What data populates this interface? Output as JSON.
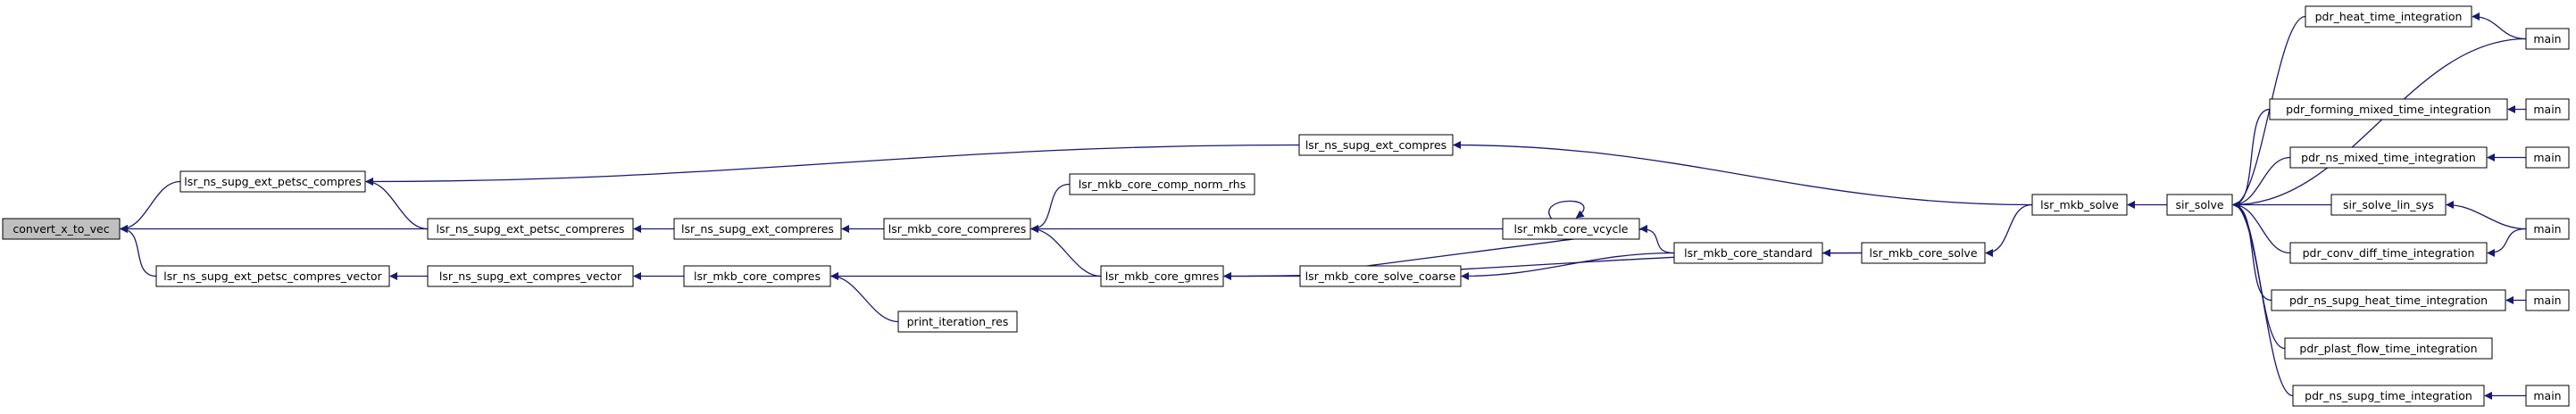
{
  "graph": {
    "edge_color": "#191970",
    "highlight_color": "#bfbfbf",
    "nodes": {
      "n_convert": "convert_x_to_vec",
      "n_petsc_compres": "lsr_ns_supg_ext_petsc_compres",
      "n_petsc_compres_vector": "lsr_ns_supg_ext_petsc_compres_vector",
      "n_petsc_compreres": "lsr_ns_supg_ext_petsc_compreres",
      "n_ext_compres_vector": "lsr_ns_supg_ext_compres_vector",
      "n_ext_compres": "lsr_ns_supg_ext_compres",
      "n_ext_compreres": "lsr_ns_supg_ext_compreres",
      "n_core_compreres": "lsr_mkb_core_compreres",
      "n_core_compres": "lsr_mkb_core_compres",
      "n_comp_norm_rhs": "lsr_mkb_core_comp_norm_rhs",
      "n_gmres": "lsr_mkb_core_gmres",
      "n_print_iter": "print_iteration_res",
      "n_vcycle": "lsr_mkb_core_vcycle",
      "n_solve_coarse": "lsr_mkb_core_solve_coarse",
      "n_standard": "lsr_mkb_core_standard",
      "n_core_solve": "lsr_mkb_core_solve",
      "n_mkb_solve": "lsr_mkb_solve",
      "n_sir_solve": "sir_solve",
      "n_heat_ti": "pdr_heat_time_integration",
      "n_forming": "pdr_forming_mixed_time_integration",
      "n_ns_mixed": "pdr_ns_mixed_time_integration",
      "n_lin_sys": "sir_solve_lin_sys",
      "n_conv_diff": "pdr_conv_diff_time_integration",
      "n_supg_heat": "pdr_ns_supg_heat_time_integration",
      "n_plast": "pdr_plast_flow_time_integration",
      "n_supg_ti": "pdr_ns_supg_time_integration",
      "m_heat": "main",
      "m_forming": "main",
      "m_ns_mixed": "main",
      "m_conv": "main",
      "m_supg_heat": "main",
      "m_supg": "main"
    },
    "edges": [
      {
        "from": "n_petsc_compres",
        "to": "n_convert"
      },
      {
        "from": "n_petsc_compreres",
        "to": "n_convert"
      },
      {
        "from": "n_petsc_compres_vector",
        "to": "n_convert"
      },
      {
        "from": "n_petsc_compreres",
        "to": "n_petsc_compres"
      },
      {
        "from": "n_ext_compres",
        "to": "n_petsc_compres"
      },
      {
        "from": "n_ext_compreres",
        "to": "n_petsc_compreres"
      },
      {
        "from": "n_ext_compres_vector",
        "to": "n_petsc_compres_vector"
      },
      {
        "from": "n_core_compreres",
        "to": "n_ext_compreres"
      },
      {
        "from": "n_core_compres",
        "to": "n_ext_compres_vector"
      },
      {
        "from": "n_comp_norm_rhs",
        "to": "n_core_compreres"
      },
      {
        "from": "n_vcycle",
        "to": "n_core_compreres"
      },
      {
        "from": "n_gmres",
        "to": "n_core_compreres"
      },
      {
        "from": "n_gmres",
        "to": "n_core_compres"
      },
      {
        "from": "n_print_iter",
        "to": "n_core_compres"
      },
      {
        "from": "n_solve_coarse",
        "to": "n_gmres"
      },
      {
        "from": "n_core_solve",
        "to": "n_gmres"
      },
      {
        "from": "n_vcycle",
        "to": "n_vcycle"
      },
      {
        "from": "n_solve_coarse",
        "to": "n_vcycle"
      },
      {
        "from": "n_standard",
        "to": "n_vcycle"
      },
      {
        "from": "n_standard",
        "to": "n_solve_coarse"
      },
      {
        "from": "n_core_solve",
        "to": "n_standard"
      },
      {
        "from": "n_mkb_solve",
        "to": "n_core_solve"
      },
      {
        "from": "n_mkb_solve",
        "to": "n_ext_compres"
      },
      {
        "from": "n_sir_solve",
        "to": "n_mkb_solve"
      },
      {
        "from": "n_heat_ti",
        "to": "n_sir_solve"
      },
      {
        "from": "m_heat",
        "to": "n_sir_solve"
      },
      {
        "from": "n_forming",
        "to": "n_sir_solve"
      },
      {
        "from": "n_ns_mixed",
        "to": "n_sir_solve"
      },
      {
        "from": "n_lin_sys",
        "to": "n_sir_solve"
      },
      {
        "from": "n_conv_diff",
        "to": "n_sir_solve"
      },
      {
        "from": "n_supg_heat",
        "to": "n_sir_solve"
      },
      {
        "from": "n_plast",
        "to": "n_sir_solve"
      },
      {
        "from": "n_supg_ti",
        "to": "n_sir_solve"
      },
      {
        "from": "m_heat",
        "to": "n_heat_ti"
      },
      {
        "from": "m_forming",
        "to": "n_forming"
      },
      {
        "from": "m_ns_mixed",
        "to": "n_ns_mixed"
      },
      {
        "from": "m_conv",
        "to": "n_lin_sys"
      },
      {
        "from": "m_conv",
        "to": "n_conv_diff"
      },
      {
        "from": "m_supg_heat",
        "to": "n_supg_heat"
      },
      {
        "from": "m_supg",
        "to": "n_supg_ti"
      }
    ]
  }
}
